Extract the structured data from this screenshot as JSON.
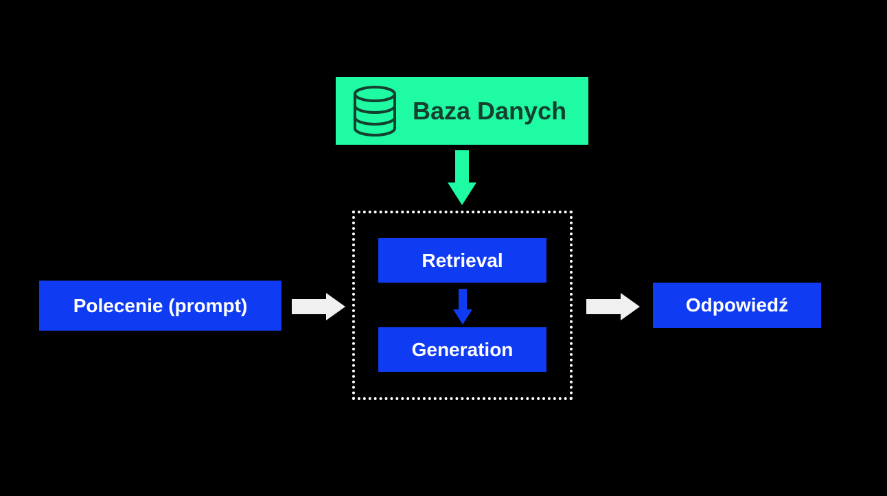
{
  "diagram": {
    "database": {
      "label": "Baza Danych",
      "icon": "database-icon"
    },
    "prompt": {
      "label": "Polecenie (prompt)"
    },
    "pipeline": {
      "retrieval": {
        "label": "Retrieval"
      },
      "generation": {
        "label": "Generation"
      }
    },
    "answer": {
      "label": "Odpowiedź"
    }
  },
  "colors": {
    "background": "#000000",
    "database_fill": "#1efba3",
    "database_text": "#15402f",
    "step_fill": "#0f3cf2",
    "step_text": "#ffffff",
    "flow_arrow": "#f0f0f0",
    "retrieval_arrow": "#1efba3"
  }
}
